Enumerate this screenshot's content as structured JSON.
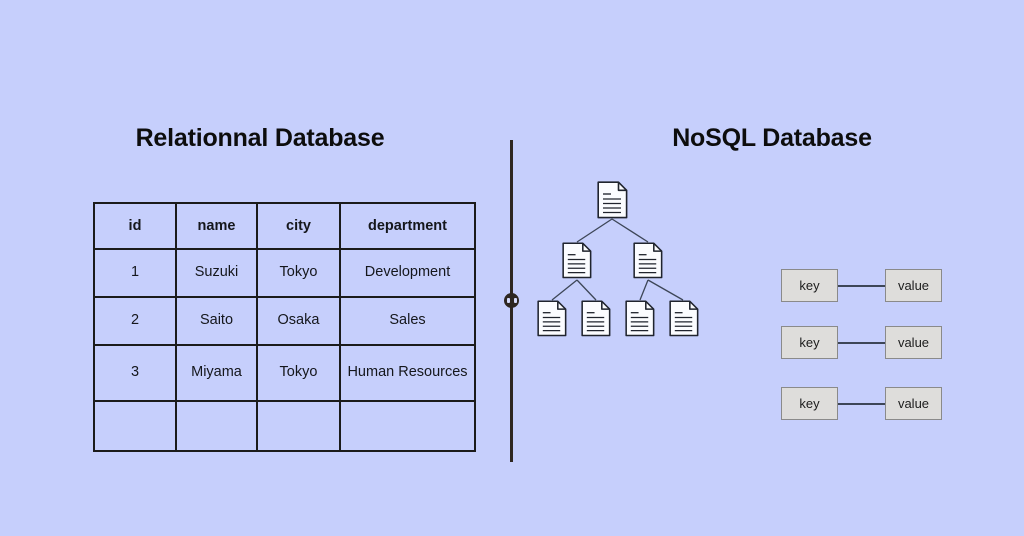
{
  "background_color": "#c6cffc",
  "panels": {
    "left": {
      "title": "Relationnal Database",
      "table": {
        "columns": [
          "id",
          "name",
          "city",
          "department"
        ],
        "rows": [
          [
            "1",
            "Suzuki",
            "Tokyo",
            "Development"
          ],
          [
            "2",
            "Saito",
            "Osaka",
            "Sales"
          ],
          [
            "3",
            "Miyama",
            "Tokyo",
            "Human Resources"
          ],
          [
            "",
            "",
            "",
            ""
          ]
        ]
      }
    },
    "right": {
      "title": "NoSQL Database",
      "document_tree": {
        "root_count": 1,
        "level2_count": 2,
        "leaf_count": 4,
        "node_icon": "document-icon"
      },
      "key_value_pairs": [
        {
          "key": "key",
          "value": "value"
        },
        {
          "key": "key",
          "value": "value"
        },
        {
          "key": "key",
          "value": "value"
        }
      ]
    }
  },
  "divider": {
    "orientation": "vertical",
    "knob_color": "#2e2721"
  }
}
